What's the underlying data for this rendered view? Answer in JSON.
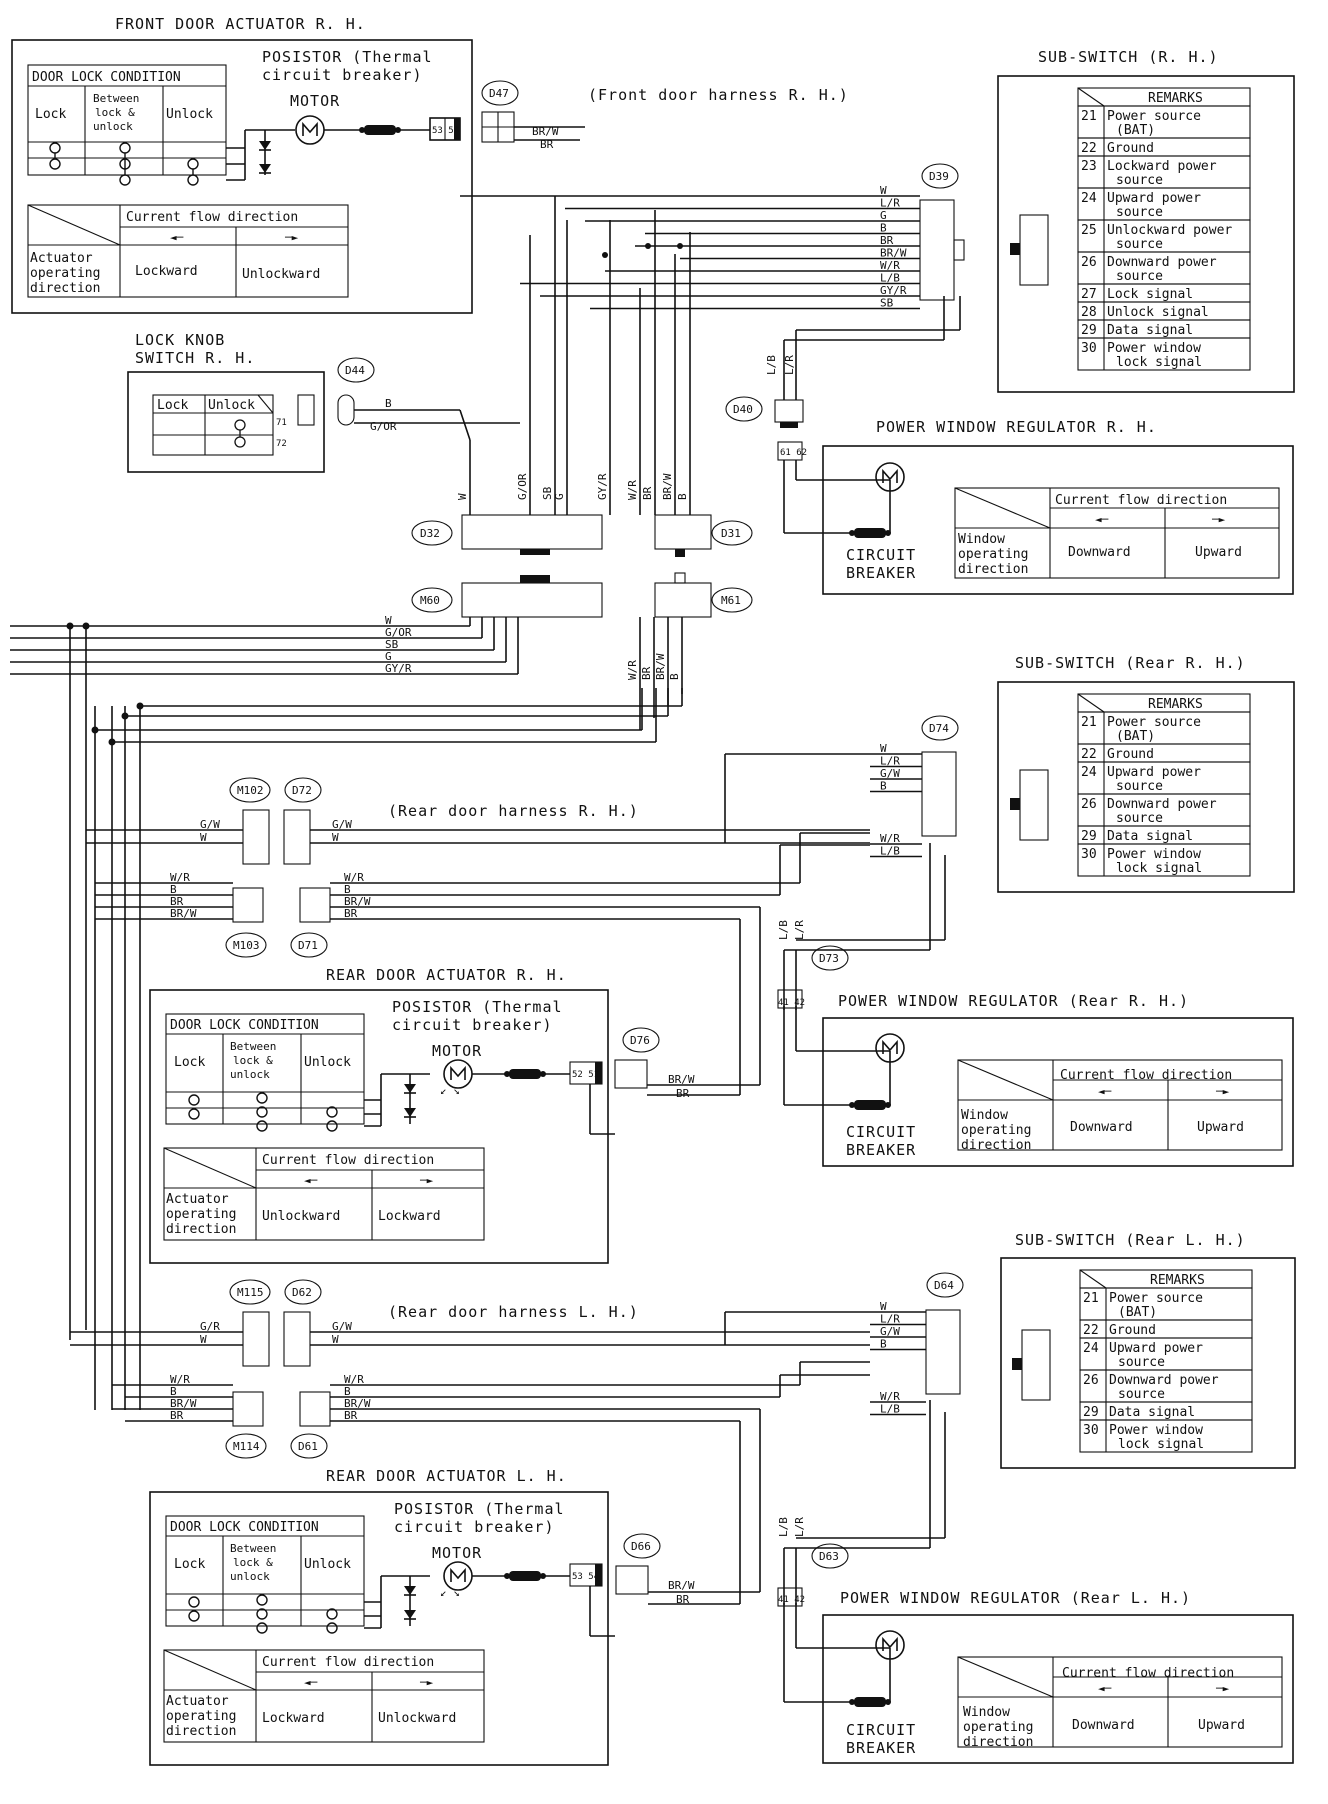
{
  "front_actuator": {
    "title": "FRONT DOOR ACTUATOR R. H.",
    "posistor": "POSISTOR (Thermal",
    "posistor2": "circuit breaker)",
    "motor": "MOTOR",
    "pins": "53 54",
    "cond_title": "DOOR LOCK CONDITION",
    "col_lock": "Lock",
    "col_between1": "Between",
    "col_between2": "lock &",
    "col_between3": "unlock",
    "col_unlock": "Unlock",
    "flow_title": "Current flow direction",
    "op1": "Actuator",
    "op2": "operating",
    "op3": "direction",
    "dir_left": "Lockward",
    "dir_right": "Unlockward"
  },
  "front_harness": {
    "conn": "D47",
    "label": "(Front door harness R. H.)",
    "w1": "BR/W",
    "w2": "BR"
  },
  "lock_knob": {
    "title1": "LOCK KNOB",
    "title2": "SWITCH R. H.",
    "conn": "D44",
    "col_lock": "Lock",
    "col_unlock": "Unlock",
    "pin_a": "71",
    "pin_b": "72",
    "w1": "B",
    "w2": "G/OR"
  },
  "sub_switch_rh": {
    "title": "SUB-SWITCH (R. H.)",
    "conn": "D39",
    "header": "REMARKS",
    "rows": [
      {
        "pin": "21",
        "text": "Power source (BAT)"
      },
      {
        "pin": "22",
        "text": "Ground"
      },
      {
        "pin": "23",
        "text": "Lockward power source"
      },
      {
        "pin": "24",
        "text": "Upward power source"
      },
      {
        "pin": "25",
        "text": "Unlockward power source"
      },
      {
        "pin": "26",
        "text": "Downward power source"
      },
      {
        "pin": "27",
        "text": "Lock signal"
      },
      {
        "pin": "28",
        "text": "Unlock signal"
      },
      {
        "pin": "29",
        "text": "Data signal"
      },
      {
        "pin": "30",
        "text": "Power window lock signal"
      }
    ],
    "wires": [
      "W",
      "L/R",
      "G",
      "B",
      "BR",
      "BR/W",
      "W/R",
      "L/B",
      "GY/R",
      "SB"
    ]
  },
  "pw_front": {
    "title": "POWER WINDOW REGULATOR R. H.",
    "conn": "D40",
    "w1": "L/B",
    "w2": "L/R",
    "pins": "61 62",
    "cb1": "CIRCUIT",
    "cb2": "BREAKER",
    "flow_title": "Current flow direction",
    "op1": "Window",
    "op2": "operating",
    "op3": "direction",
    "down": "Downward",
    "up": "Upward"
  },
  "body_conn": {
    "d32": "D32",
    "d31": "D31",
    "m60": "M60",
    "m61": "M61",
    "upper_wires": [
      "W",
      "G/OR",
      "SB",
      "G",
      "GY/R",
      "W/R",
      "BR",
      "BR/W",
      "B"
    ],
    "left_wires": [
      "W",
      "G/OR",
      "SB",
      "G",
      "GY/R"
    ],
    "right_wires": [
      "W/R",
      "BR",
      "BR/W",
      "B"
    ]
  },
  "sub_switch_rear_rh": {
    "title": "SUB-SWITCH (Rear R. H.)",
    "conn": "D74",
    "header": "REMARKS",
    "rows": [
      {
        "pin": "21",
        "text": "Power source (BAT)"
      },
      {
        "pin": "22",
        "text": "Ground"
      },
      {
        "pin": "24",
        "text": "Upward power source"
      },
      {
        "pin": "26",
        "text": "Downward power source"
      },
      {
        "pin": "29",
        "text": "Data signal"
      },
      {
        "pin": "30",
        "text": "Power window lock signal"
      }
    ],
    "wires": [
      "W",
      "L/R",
      "G/W",
      "B",
      "W/R",
      "L/B"
    ]
  },
  "rear_rh_harness": {
    "label": "(Rear door harness R. H.)",
    "m102": "M102",
    "d72": "D72",
    "m103": "M103",
    "d71": "D71",
    "w_top": [
      "G/W",
      "W"
    ],
    "w_bottom": [
      "W/R",
      "B",
      "BR",
      "BR/W"
    ],
    "w_bottom_r": [
      "W/R",
      "B",
      "BR/W",
      "BR"
    ]
  },
  "rear_rh_actuator": {
    "title": "REAR DOOR ACTUATOR R. H.",
    "posistor": "POSISTOR (Thermal",
    "posistor2": "circuit breaker)",
    "motor": "MOTOR",
    "pins": "52 51",
    "conn": "D76",
    "w1": "BR/W",
    "w2": "BR",
    "cond_title": "DOOR LOCK CONDITION",
    "col_lock": "Lock",
    "col_between1": "Between",
    "col_between2": "lock &",
    "col_between3": "unlock",
    "col_unlock": "Unlock",
    "flow_title": "Current flow direction",
    "op1": "Actuator",
    "op2": "operating",
    "op3": "direction",
    "dir_left": "Unlockward",
    "dir_right": "Lockward"
  },
  "pw_rear_rh": {
    "title": "POWER WINDOW REGULATOR (Rear R. H.)",
    "conn": "D73",
    "w1": "L/B",
    "w2": "L/R",
    "pins": "41 42",
    "cb1": "CIRCUIT",
    "cb2": "BREAKER",
    "flow_title": "Current flow direction",
    "op1": "Window",
    "op2": "operating",
    "op3": "direction",
    "down": "Downward",
    "up": "Upward"
  },
  "sub_switch_rear_lh": {
    "title": "SUB-SWITCH (Rear L. H.)",
    "conn": "D64",
    "header": "REMARKS",
    "rows": [
      {
        "pin": "21",
        "text": "Power source (BAT)"
      },
      {
        "pin": "22",
        "text": "Ground"
      },
      {
        "pin": "24",
        "text": "Upward power source"
      },
      {
        "pin": "26",
        "text": "Downward power source"
      },
      {
        "pin": "29",
        "text": "Data signal"
      },
      {
        "pin": "30",
        "text": "Power window lock signal"
      }
    ],
    "wires": [
      "W",
      "L/R",
      "G/W",
      "B",
      "W/R",
      "L/B"
    ]
  },
  "rear_lh_harness": {
    "label": "(Rear door harness L. H.)",
    "m115": "M115",
    "d62": "D62",
    "m114": "M114",
    "d61": "D61",
    "w_top_l": [
      "G/R",
      "W"
    ],
    "w_top_r": [
      "G/W",
      "W"
    ],
    "w_bottom": [
      "W/R",
      "B",
      "BR/W",
      "BR"
    ]
  },
  "rear_lh_actuator": {
    "title": "REAR DOOR ACTUATOR L. H.",
    "posistor": "POSISTOR (Thermal",
    "posistor2": "circuit breaker)",
    "motor": "MOTOR",
    "pins": "53 54",
    "conn": "D66",
    "w1": "BR/W",
    "w2": "BR",
    "cond_title": "DOOR LOCK CONDITION",
    "col_lock": "Lock",
    "col_between1": "Between",
    "col_between2": "lock &",
    "col_between3": "unlock",
    "col_unlock": "Unlock",
    "flow_title": "Current flow direction",
    "op1": "Actuator",
    "op2": "operating",
    "op3": "direction",
    "dir_left": "Lockward",
    "dir_right": "Unlockward"
  },
  "pw_rear_lh": {
    "title": "POWER WINDOW REGULATOR (Rear L. H.)",
    "conn": "D63",
    "w1": "L/B",
    "w2": "L/R",
    "pins": "41 42",
    "cb1": "CIRCUIT",
    "cb2": "BREAKER",
    "flow_title": "Current flow direction",
    "op1": "Window",
    "op2": "operating",
    "op3": "direction",
    "down": "Downward",
    "up": "Upward"
  }
}
